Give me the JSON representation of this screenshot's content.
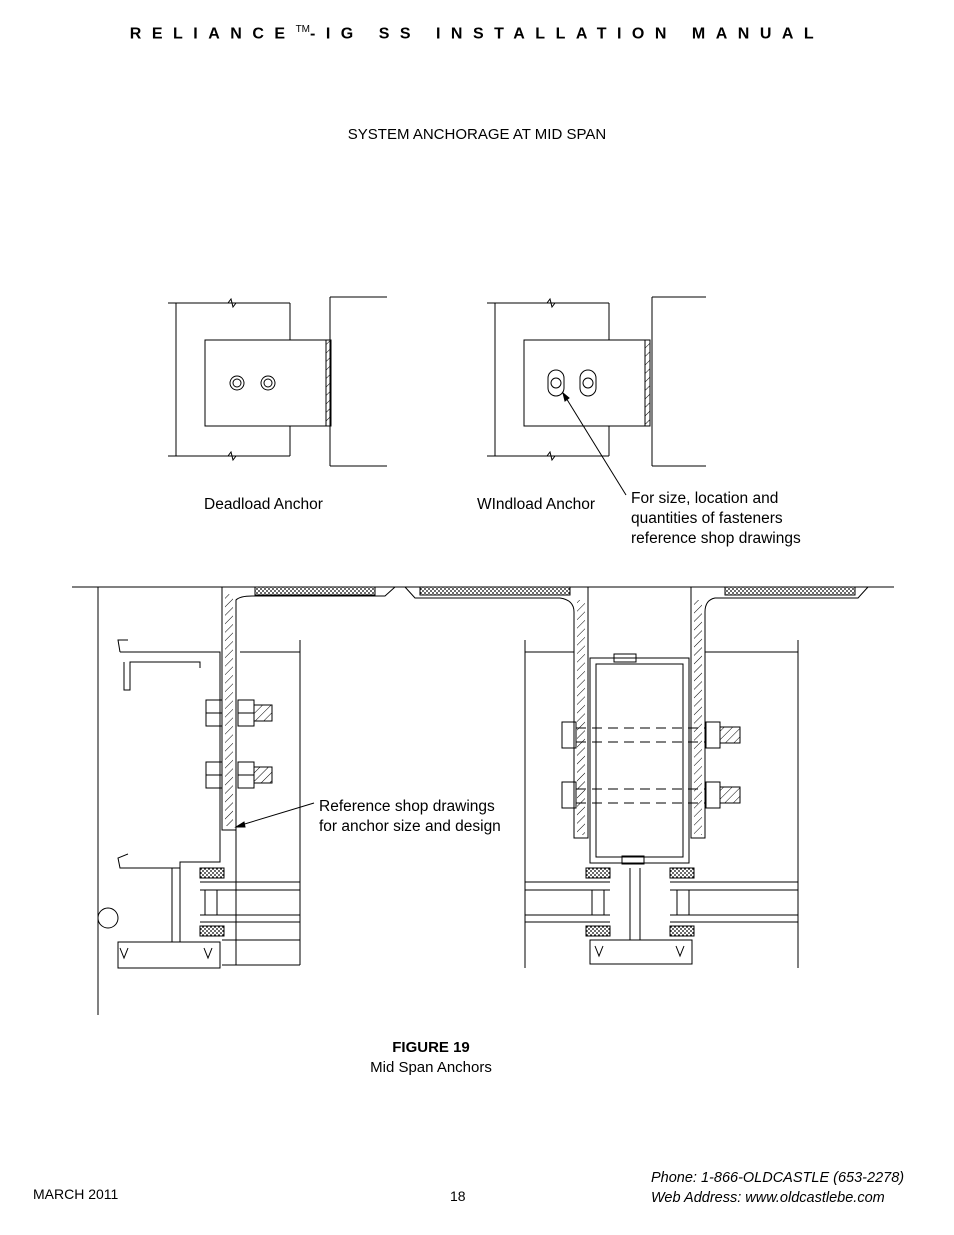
{
  "header": {
    "title_pre": "RELIANCE",
    "title_sup": "TM",
    "title_post": "-IG SS INSTALLATION MANUAL"
  },
  "section_title": "SYSTEM ANCHORAGE AT MID SPAN",
  "labels": {
    "deadload": "Deadload Anchor",
    "windload": "WIndload Anchor",
    "fastener_note": [
      "For size, location and",
      "quantities of fasteners",
      "reference shop drawings"
    ],
    "shop_note": [
      "Reference shop drawings",
      "for anchor size and design"
    ]
  },
  "figure": {
    "number": "FIGURE 19",
    "caption": "Mid Span Anchors"
  },
  "footer": {
    "date": "MARCH 2011",
    "page": "18",
    "phone": "Phone: 1-866-OLDCASTLE (653-2278)",
    "web": "Web Address: www.oldcastlebe.com"
  }
}
